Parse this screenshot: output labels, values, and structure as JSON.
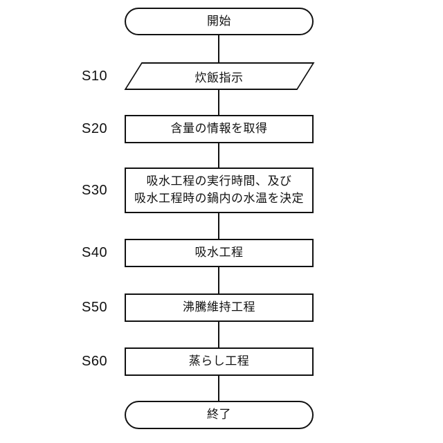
{
  "figure": {
    "type": "flowchart",
    "start_label": "開始",
    "end_label": "終了",
    "steps": [
      {
        "id": "S10",
        "shape": "input-parallelogram",
        "text": "炊飯指示"
      },
      {
        "id": "S20",
        "shape": "process",
        "text": "含量の情報を取得"
      },
      {
        "id": "S30",
        "shape": "process",
        "text_line1": "吸水工程の実行時間、及び",
        "text_line2": "吸水工程時の鍋内の水温を決定"
      },
      {
        "id": "S40",
        "shape": "process",
        "text": "吸水工程"
      },
      {
        "id": "S50",
        "shape": "process",
        "text": "沸騰維持工程"
      },
      {
        "id": "S60",
        "shape": "process",
        "text": "蒸らし工程"
      }
    ],
    "colors": {
      "line": "#111111",
      "background": "#ffffff"
    }
  }
}
